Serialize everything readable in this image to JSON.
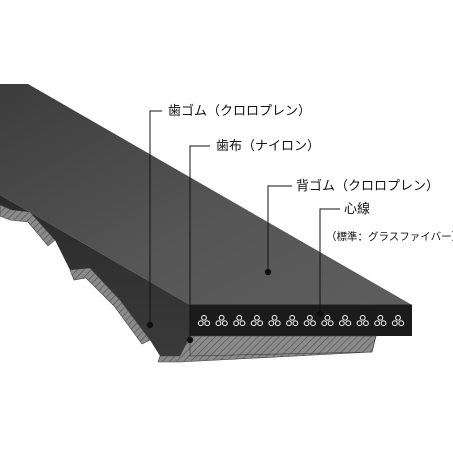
{
  "labels": {
    "tooth_rubber": "歯ゴム（クロロプレン）",
    "tooth_fabric": "歯布（ナイロン）",
    "back_rubber": "背ゴム（クロロプレン）",
    "core_wire": "心線",
    "core_wire_standard": "（標準：グラスファイバー）"
  },
  "cord_count": 12,
  "colors": {
    "belt_top": "#4a4a4a",
    "belt_side": "#2c2c2c",
    "cord_layer": "#1a1a1a",
    "tooth_fabric": "#7a7a7a",
    "cord_ring": "#e6e6e6",
    "background": "#ffffff"
  }
}
